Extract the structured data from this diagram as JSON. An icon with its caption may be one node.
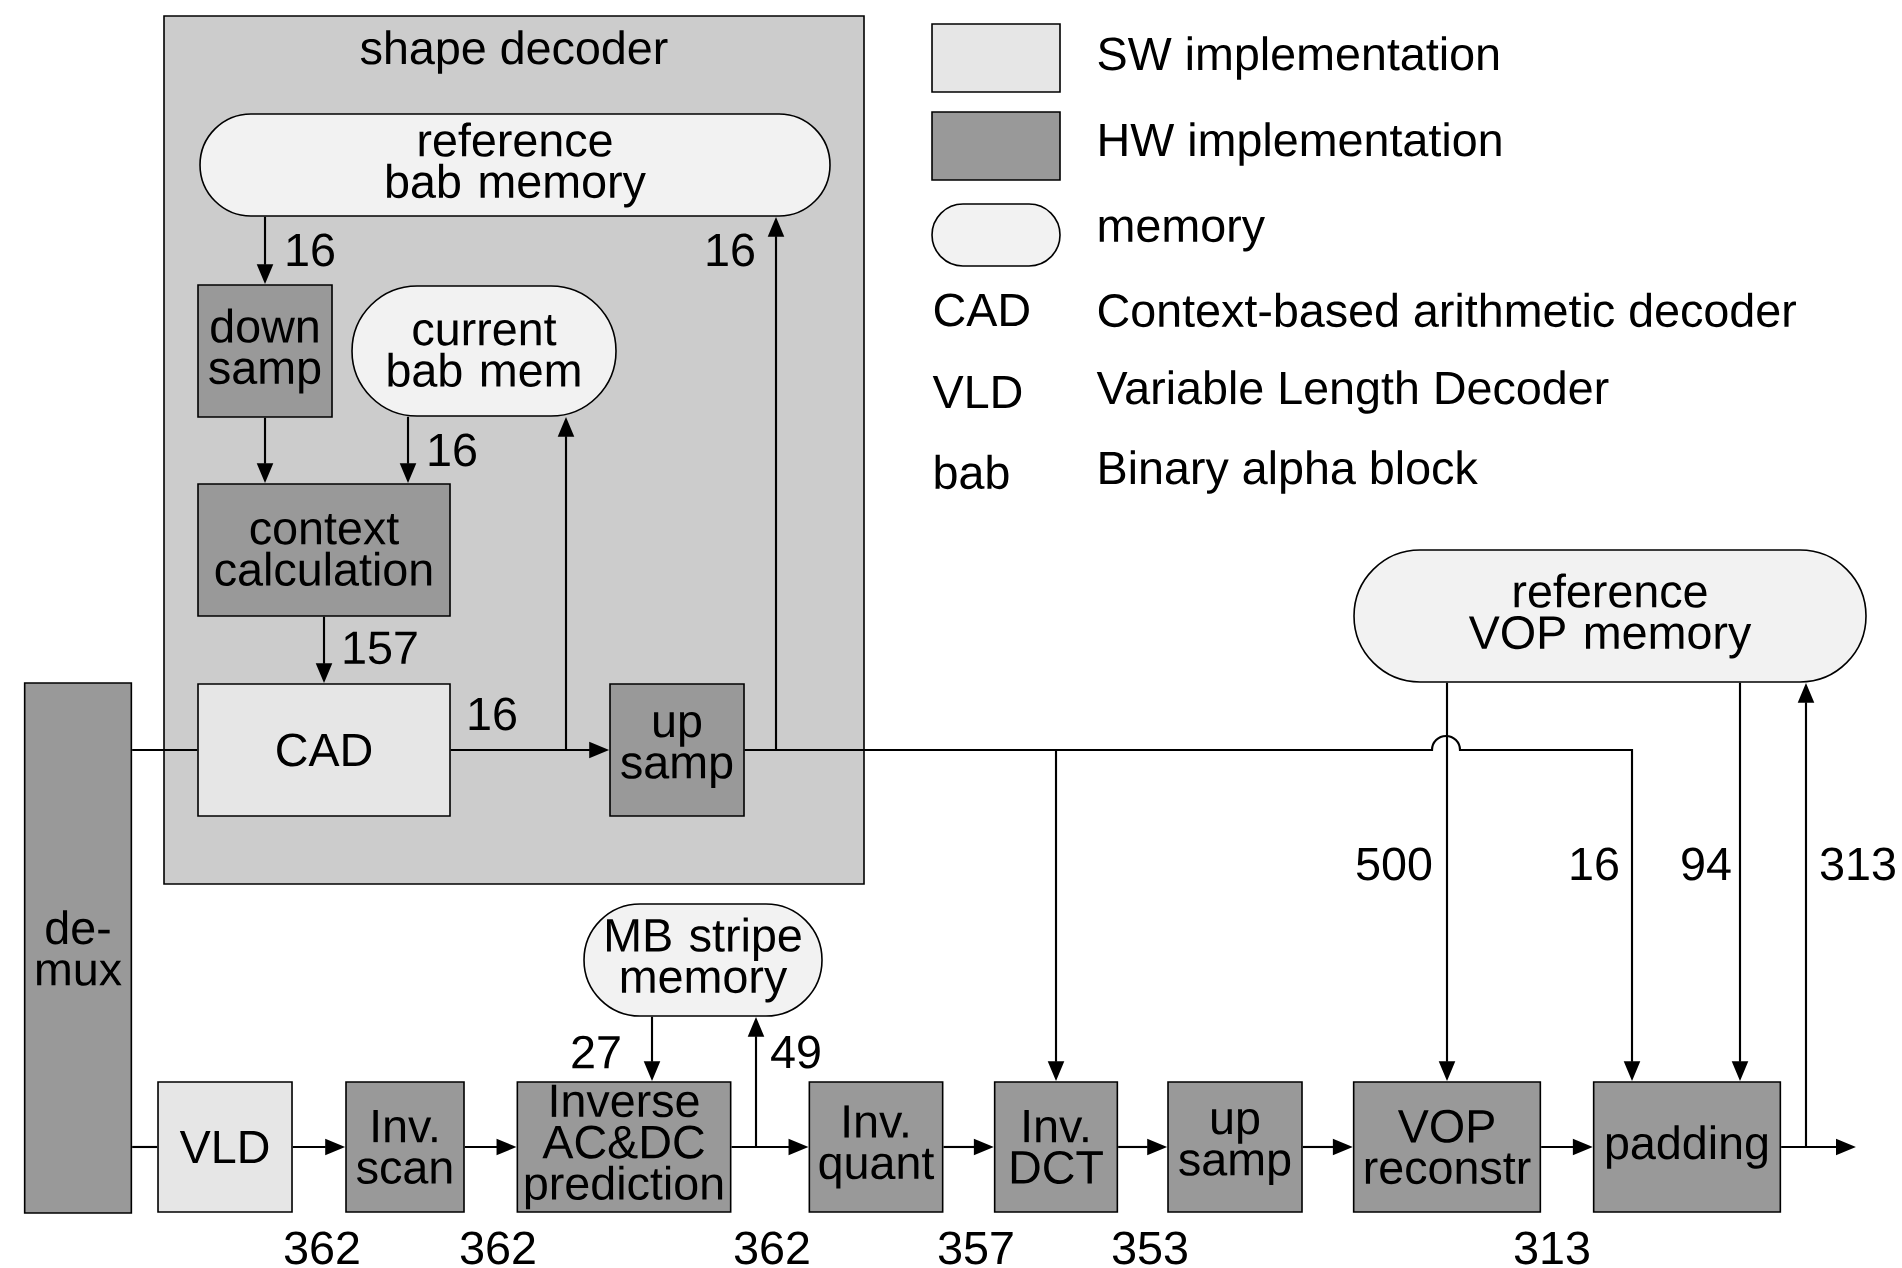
{
  "diagram": {
    "nodes": [
      {
        "text": [
          "shape decoder"
        ]
      },
      {
        "text": [
          "reference bab memory"
        ],
        "in": 0
      },
      {
        "text": [
          "down samp"
        ],
        "in": 0
      },
      {
        "text": [
          "current bab mem"
        ],
        "in": 0
      },
      {
        "text": [
          "context calculation"
        ],
        "in": 0
      },
      {
        "text": [
          "CAD"
        ],
        "in": 0
      },
      {
        "text": [
          "up samp"
        ],
        "in": 0
      },
      {
        "text": [
          "de-mux"
        ]
      },
      {
        "text": [
          "VLD"
        ]
      },
      {
        "text": [
          "Inv. scan"
        ]
      },
      {
        "text": [
          "Inverse AC&DC prediction"
        ]
      },
      {
        "text": [
          "MB stripe memory"
        ]
      },
      {
        "text": [
          "Inv. quant"
        ]
      },
      {
        "text": [
          "Inv. DCT"
        ]
      },
      {
        "text": [
          "up samp"
        ]
      },
      {
        "text": [
          "VOP reconstr"
        ]
      },
      {
        "text": [
          "padding"
        ]
      },
      {
        "text": [
          "reference VOP memory"
        ]
      }
    ],
    "edges": [
      {
        "from": 7,
        "to": 5,
        "arrow": "none"
      },
      {
        "from": 1,
        "to": 2,
        "arrow": "to",
        "label": "16"
      },
      {
        "from": 2,
        "to": 4,
        "arrow": "to"
      },
      {
        "from": 3,
        "to": 4,
        "arrow": "to",
        "label": "16"
      },
      {
        "from": 4,
        "to": 5,
        "arrow": "to",
        "label": "157"
      },
      {
        "from": 5,
        "to": 6,
        "arrow": "to",
        "label": "16"
      },
      {
        "from": 5,
        "to": 3,
        "arrow": "to"
      },
      {
        "from": 6,
        "to": 1,
        "arrow": "to",
        "label": "16"
      },
      {
        "from": 6,
        "to": 13,
        "arrow": "to"
      },
      {
        "from": 6,
        "to": 16,
        "arrow": "to",
        "label": "16"
      },
      {
        "from": 17,
        "to": 15,
        "arrow": "to",
        "label": "500"
      },
      {
        "from": 17,
        "to": 16,
        "arrow": "to",
        "label": "94"
      },
      {
        "from": 16,
        "to": 17,
        "arrow": "to",
        "label": "313"
      },
      {
        "from": 16,
        "to": null,
        "arrow": "to"
      },
      {
        "from": 7,
        "to": 8,
        "arrow": "none"
      },
      {
        "from": 8,
        "to": 9,
        "arrow": "to",
        "label": "362"
      },
      {
        "from": 9,
        "to": 10,
        "arrow": "to",
        "label": "362"
      },
      {
        "from": 10,
        "to": 12,
        "arrow": "to",
        "label": "362"
      },
      {
        "from": 11,
        "to": 10,
        "arrow": "to",
        "label": "27"
      },
      {
        "from": 10,
        "to": 11,
        "arrow": "to",
        "label": "49"
      },
      {
        "from": 12,
        "to": 13,
        "arrow": "to",
        "label": "357"
      },
      {
        "from": 13,
        "to": 14,
        "arrow": "to",
        "label": "353"
      },
      {
        "from": 14,
        "to": 15,
        "arrow": "to"
      },
      {
        "from": 15,
        "to": 16,
        "arrow": "to",
        "label": "313"
      }
    ],
    "labels": [
      "CAD",
      "Context-based arithmetic decoder",
      "VLD",
      "Variable Length Decoder",
      "bab",
      "Binary alpha block"
    ],
    "legend": [
      {
        "text": "SW implementation",
        "color": "#e6e6e6"
      },
      {
        "text": "HW implementation",
        "color": "#999999"
      },
      {
        "text": "memory"
      }
    ]
  }
}
